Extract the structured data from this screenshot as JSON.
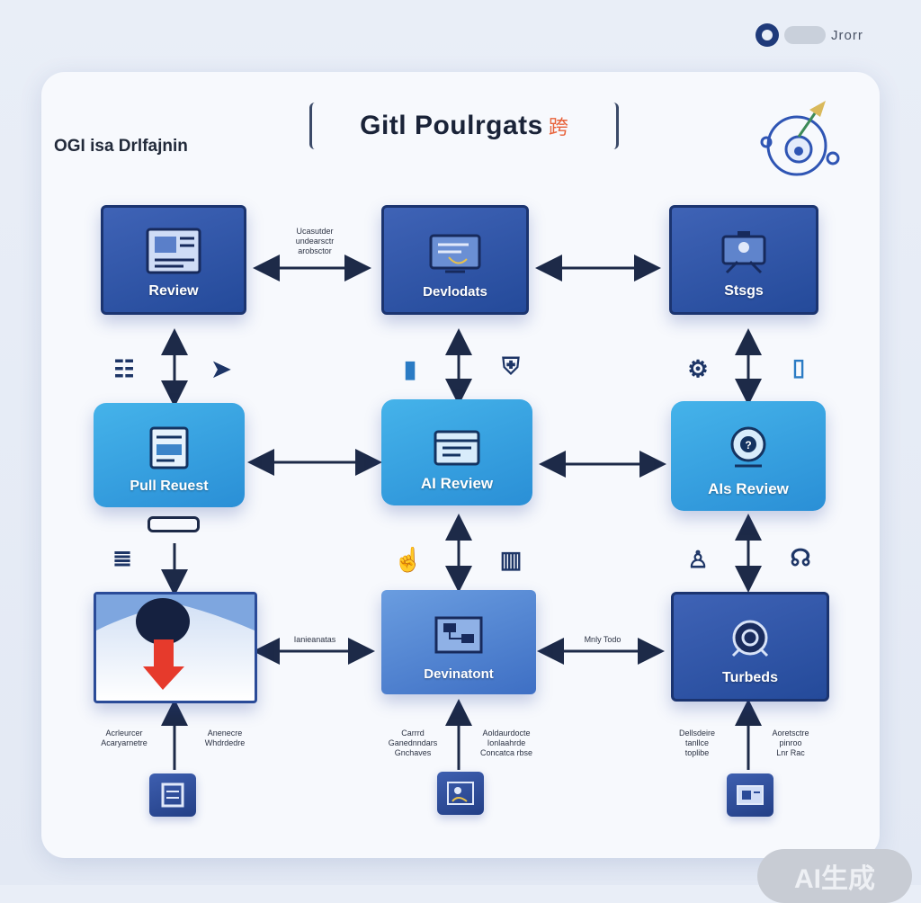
{
  "brand": {
    "text": "Jrorr"
  },
  "diagram": {
    "title": "Gitl Poulrgats",
    "title_glyph": "跨",
    "subtitle": "OGI isa Drlfajnin",
    "nodes": [
      {
        "id": "review",
        "label": "Review",
        "style": "dark",
        "icon": "document-icon"
      },
      {
        "id": "downloads",
        "label": "Devlodats",
        "style": "dark",
        "icon": "monitor-icon"
      },
      {
        "id": "stages",
        "label": "Stsgs",
        "style": "dark",
        "icon": "board-icon"
      },
      {
        "id": "pull-request",
        "label": "Pull Reuest",
        "style": "light",
        "icon": "form-icon"
      },
      {
        "id": "ai-review",
        "label": "AI Review",
        "style": "light",
        "icon": "window-icon"
      },
      {
        "id": "ais-review",
        "label": "AIs Review",
        "style": "light",
        "icon": "badge-icon"
      },
      {
        "id": "merge",
        "label": "",
        "style": "image",
        "icon": "merge-arrow-icon"
      },
      {
        "id": "development",
        "label": "Devinatont",
        "style": "mid",
        "icon": "flowchart-icon"
      },
      {
        "id": "turbeds",
        "label": "Turbeds",
        "style": "dark",
        "icon": "coin-icon"
      }
    ],
    "edge_labels": {
      "review_downloads": [
        "Ucasutder",
        "undearsctr",
        "arobsctor"
      ],
      "merge_development": [
        "Ianieanatas"
      ],
      "development_turbeds": [
        "Mnly Todo"
      ],
      "bottom_left_1": [
        "Acrleurcer",
        "Acaryarnetre"
      ],
      "bottom_left_2": [
        "Anenecre",
        "Whdrdedre"
      ],
      "bottom_mid_1": [
        "Carrrd",
        "Ganednndars",
        "Gnchaves"
      ],
      "bottom_mid_2": [
        "Aoldaurdocte",
        "Ionlaahrde",
        "Concatca rbse"
      ],
      "bottom_right_1": [
        "Dellsdeire",
        "tanllce",
        "toplibe"
      ],
      "bottom_right_2": [
        "Aoretsctre",
        "pinroo",
        "Lnr Rac"
      ]
    }
  },
  "watermark": {
    "text": "AI生成"
  },
  "colors": {
    "dark_box": "#2e54a8",
    "light_box": "#37a3e3",
    "arrow": "#1d2a48",
    "background": "#e6ecf6"
  }
}
